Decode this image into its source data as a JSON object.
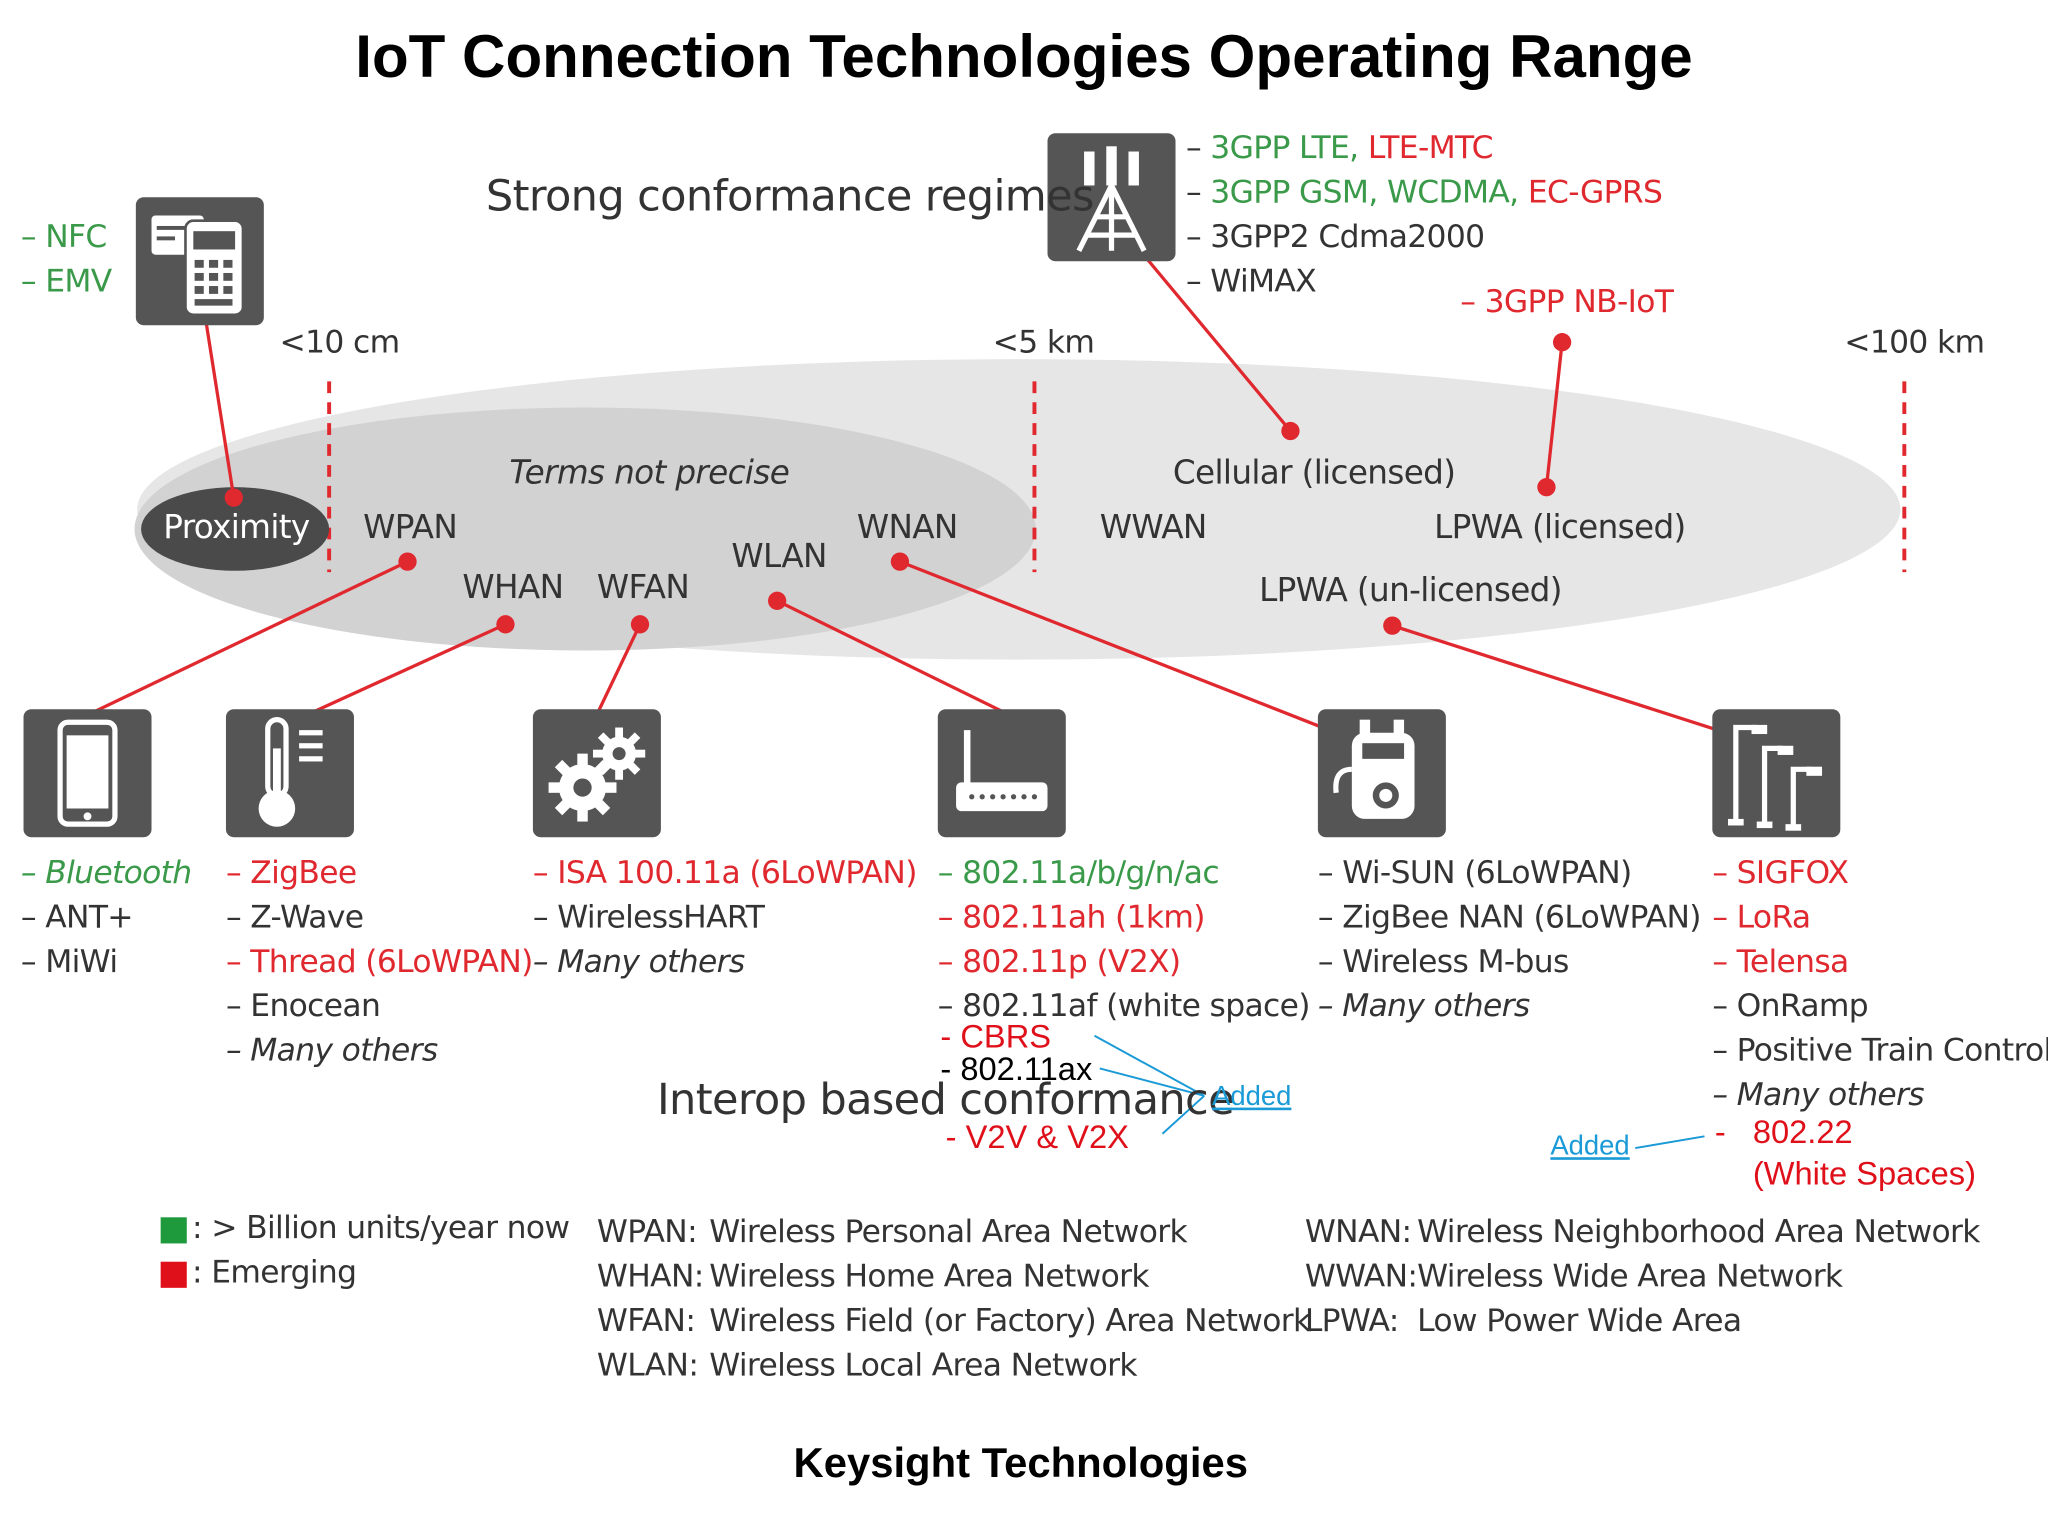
{
  "title": "IoT Connection Technologies Operating Range",
  "footer": "Keysight Technologies",
  "colors": {
    "widespread": "#3a9a4a",
    "emerging": "#e0282f",
    "connector": "#e0282f",
    "icon_bg": "#555555",
    "added_note": "#1a9ad6"
  },
  "strong_conformance": "Strong conformance regimes",
  "interop_conformance": "Interop based conformance",
  "terms_not_precise": "Terms not precise",
  "ranges": {
    "r1": "<10 cm",
    "r2": "<5 km",
    "r3": "<100 km"
  },
  "proximity": {
    "label": "Proximity",
    "icon": "payment-terminal-icon",
    "items": [
      "– NFC",
      "– EMV"
    ]
  },
  "cellular_icon": "cell-tower-icon",
  "cellular_items": [
    {
      "dash": "– ",
      "parts": [
        {
          "text": "3GPP LTE, ",
          "c": "g"
        },
        {
          "text": "LTE-MTC",
          "c": "r"
        }
      ]
    },
    {
      "dash": "– ",
      "parts": [
        {
          "text": "3GPP GSM, WCDMA, ",
          "c": "g"
        },
        {
          "text": "EC-GPRS",
          "c": "r"
        }
      ]
    },
    {
      "dash": "– ",
      "parts": [
        {
          "text": "3GPP2 Cdma2000",
          "c": "k"
        }
      ]
    },
    {
      "dash": "– ",
      "parts": [
        {
          "text": "WiMAX",
          "c": "k"
        }
      ]
    }
  ],
  "nbiot": "– 3GPP NB-IoT",
  "terms": {
    "wpan": "WPAN",
    "whan": "WHAN",
    "wfan": "WFAN",
    "wlan": "WLAN",
    "wnan": "WNAN",
    "wwan": "WWAN",
    "cellular": "Cellular (licensed)",
    "lpwa_lic": "LPWA (licensed)",
    "lpwa_unlic": "LPWA (un-licensed)"
  },
  "columns": [
    {
      "key": "wpan",
      "icon": "smartphone-icon",
      "items": [
        {
          "t": "– Bluetooth",
          "c": "g",
          "i": true
        },
        {
          "t": "– ANT+",
          "c": "k"
        },
        {
          "t": "– MiWi",
          "c": "k"
        }
      ]
    },
    {
      "key": "whan",
      "icon": "thermometer-icon",
      "items": [
        {
          "t": "– ZigBee",
          "c": "r"
        },
        {
          "t": "– Z-Wave",
          "c": "k"
        },
        {
          "t": "– Thread (6LoWPAN)",
          "c": "r"
        },
        {
          "t": "– Enocean",
          "c": "k"
        },
        {
          "t": "– Many others",
          "c": "k",
          "i": true
        }
      ]
    },
    {
      "key": "wfan",
      "icon": "gears-icon",
      "items": [
        {
          "t": "– ISA 100.11a (6LoWPAN)",
          "c": "r"
        },
        {
          "t": "– WirelessHART",
          "c": "k"
        },
        {
          "t": "– Many others",
          "c": "k",
          "i": true
        }
      ]
    },
    {
      "key": "wlan",
      "icon": "router-icon",
      "items": [
        {
          "t": "– 802.11a/b/g/n/ac",
          "c": "g"
        },
        {
          "t": "– 802.11ah (1km)",
          "c": "r"
        },
        {
          "t": "– 802.11p (V2X)",
          "c": "r"
        },
        {
          "t": "– 802.11af (white space)",
          "c": "k"
        }
      ]
    },
    {
      "key": "wnan",
      "icon": "smart-meter-icon",
      "items": [
        {
          "t": "– Wi-SUN (6LoWPAN)",
          "c": "k"
        },
        {
          "t": "– ZigBee NAN (6LoWPAN)",
          "c": "k"
        },
        {
          "t": "– Wireless M-bus",
          "c": "k"
        },
        {
          "t": "– Many others",
          "c": "k",
          "i": true
        }
      ]
    },
    {
      "key": "lpwa",
      "icon": "street-lights-icon",
      "items": [
        {
          "t": "– SIGFOX",
          "c": "r"
        },
        {
          "t": "– LoRa",
          "c": "r"
        },
        {
          "t": "– Telensa",
          "c": "r"
        },
        {
          "t": "– OnRamp",
          "c": "k"
        },
        {
          "t": "– Positive Train Control",
          "c": "k"
        },
        {
          "t": "– Many others",
          "c": "k",
          "i": true
        }
      ]
    }
  ],
  "added_wlan": {
    "cbrs": "- CBRS",
    "ax": "- 802.11ax",
    "v2v": "- V2V & V2X",
    "note": "Added"
  },
  "added_lpwa": {
    "dash": "-",
    "line1": "802.22",
    "line2": "(White Spaces)",
    "note": "Added"
  },
  "legend": {
    "green": ": > Billion units/year now",
    "red": ": Emerging",
    "defs_left": [
      {
        "abbr": "WPAN:",
        "full": "Wireless Personal Area Network"
      },
      {
        "abbr": "WHAN:",
        "full": "Wireless Home Area Network"
      },
      {
        "abbr": "WFAN:",
        "full": "Wireless Field (or Factory) Area Network"
      },
      {
        "abbr": "WLAN:",
        "full": "Wireless Local Area Network"
      }
    ],
    "defs_right": [
      {
        "abbr": "WNAN:",
        "full": "Wireless Neighborhood Area Network"
      },
      {
        "abbr": "WWAN:",
        "full": "Wireless Wide Area Network"
      },
      {
        "abbr": "LPWA:",
        "full": "Low Power Wide Area"
      }
    ]
  }
}
